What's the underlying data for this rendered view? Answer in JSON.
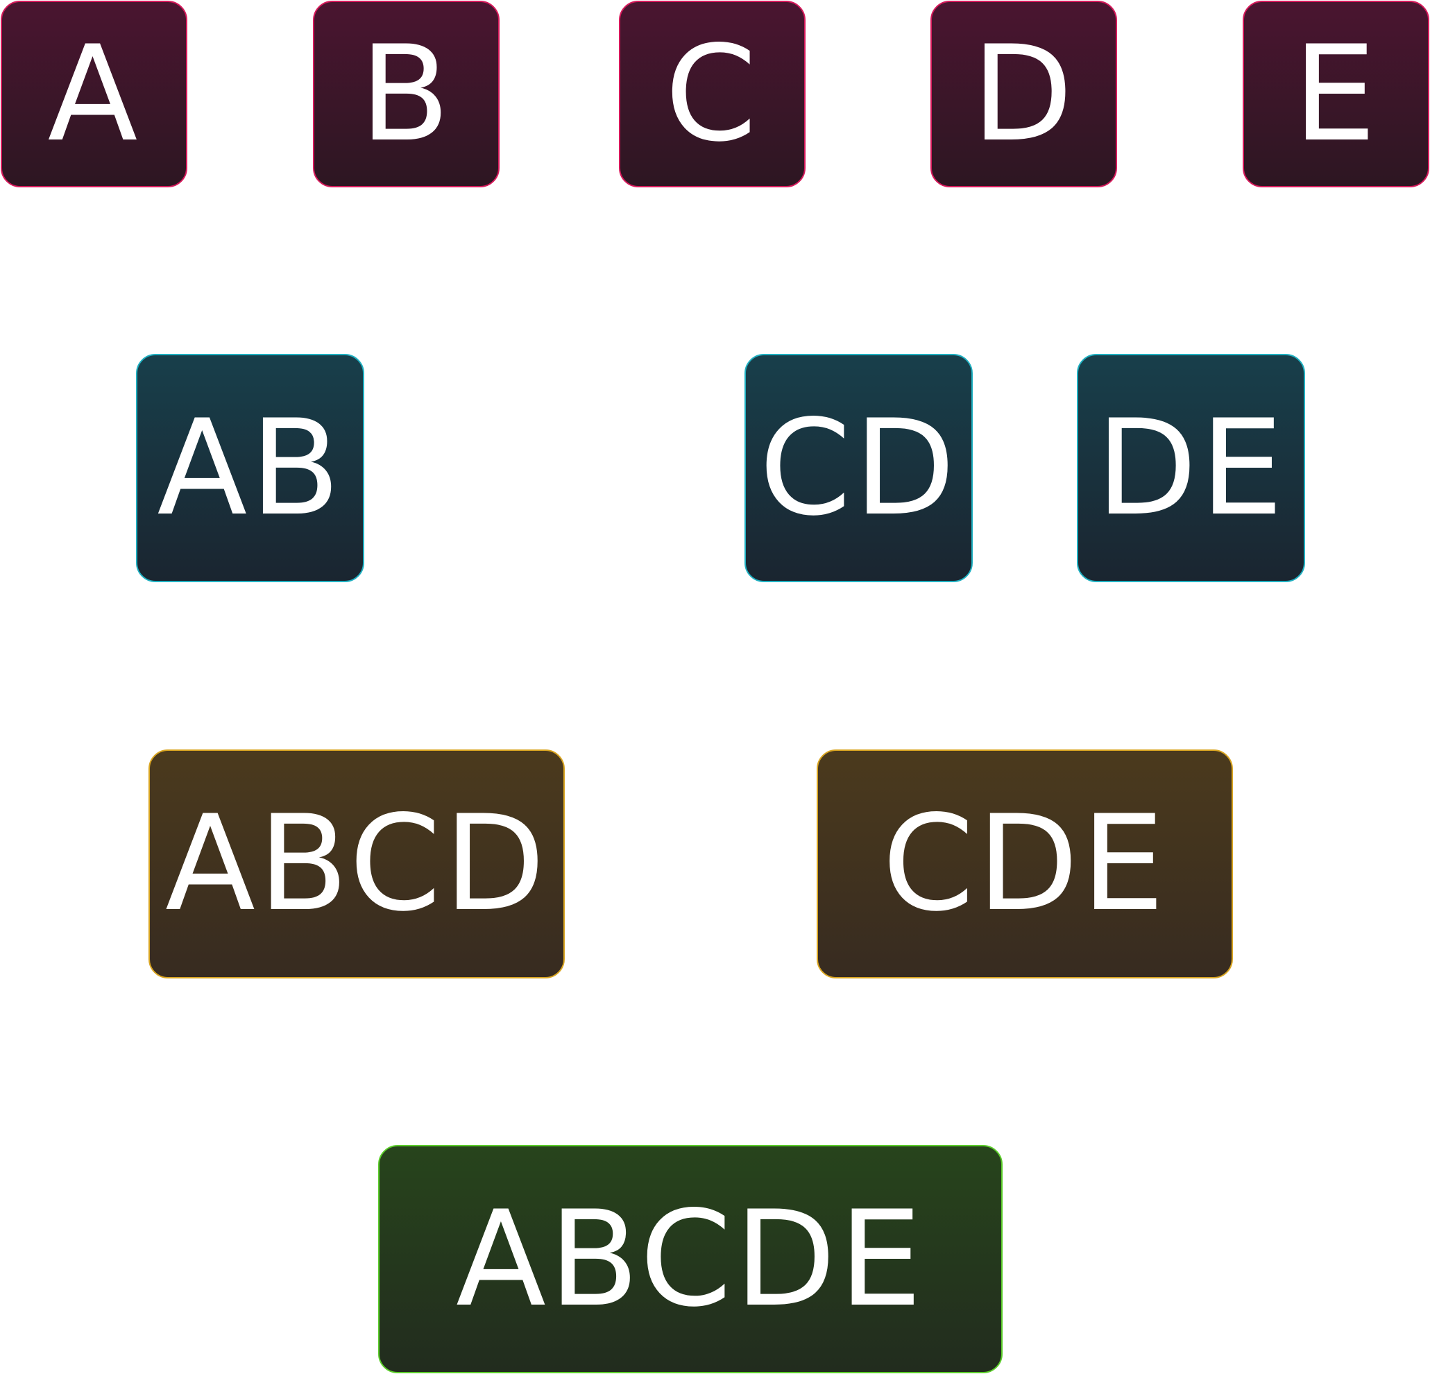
{
  "colors": {
    "level1_border": "#d6195b",
    "level2_border": "#1fb0c1",
    "level3_border": "#d9a521",
    "level4_border": "#5bcd2a",
    "text": "#ffffff",
    "background": "#ffffff"
  },
  "nodes": {
    "a": "A",
    "b": "B",
    "c": "C",
    "d": "D",
    "e": "E",
    "ab": "AB",
    "cd": "CD",
    "de": "DE",
    "abcd": "ABCD",
    "cde": "CDE",
    "abcde": "ABCDE"
  }
}
